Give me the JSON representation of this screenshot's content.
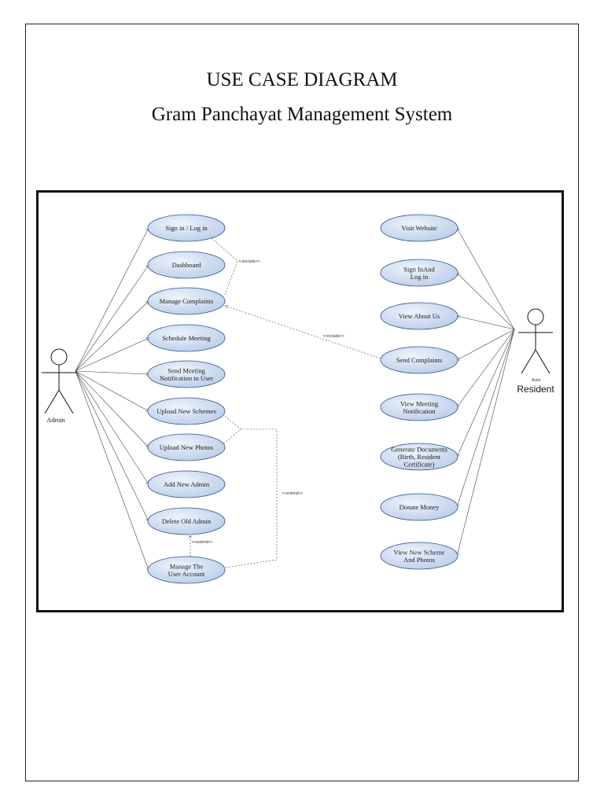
{
  "title": "USE CASE DIAGRAM",
  "subtitle": "Gram Panchayat Management System",
  "actors": {
    "admin": {
      "label": "Admin"
    },
    "resident": {
      "stereotype": "Actor",
      "label": "Resident"
    }
  },
  "admin_use_cases": [
    {
      "id": "signin-admin",
      "lines": [
        "Sign in / Log in"
      ]
    },
    {
      "id": "dashboard",
      "lines": [
        "Dashboard"
      ]
    },
    {
      "id": "manage-complaints",
      "lines": [
        "Manage Complaints"
      ]
    },
    {
      "id": "schedule-meeting",
      "lines": [
        "Schedule Meeting"
      ]
    },
    {
      "id": "send-meeting-notification",
      "lines": [
        "Send Meeting",
        "Notification to User"
      ]
    },
    {
      "id": "upload-new-schemes",
      "lines": [
        "Upload New Schemes"
      ]
    },
    {
      "id": "upload-new-photos",
      "lines": [
        "Upload New Photos"
      ]
    },
    {
      "id": "add-new-admin",
      "lines": [
        "Add New Admin"
      ]
    },
    {
      "id": "delete-old-admin",
      "lines": [
        "Delete Old Admin"
      ]
    },
    {
      "id": "manage-user-account",
      "lines": [
        "Manage The",
        "User Account"
      ]
    }
  ],
  "resident_use_cases": [
    {
      "id": "visit-website",
      "lines": [
        "Visit Website"
      ]
    },
    {
      "id": "signin-resident",
      "lines": [
        "Sign InAnd",
        "Log in"
      ]
    },
    {
      "id": "view-about-us",
      "lines": [
        "View About Us"
      ]
    },
    {
      "id": "send-complaints",
      "lines": [
        "Send Complaints"
      ]
    },
    {
      "id": "view-meeting-notification",
      "lines": [
        "View Meeting",
        "Notification"
      ]
    },
    {
      "id": "generate-documents",
      "lines": [
        "Generate Documents",
        "(Birth, Resident",
        "Certificate)"
      ]
    },
    {
      "id": "donate-money",
      "lines": [
        "Donate Money"
      ]
    },
    {
      "id": "view-new-scheme",
      "lines": [
        "View New Scheme",
        "And Photos"
      ]
    }
  ],
  "relations": {
    "include_1": "<<include>>",
    "include_2": "<<include>>",
    "extend_1": "<<extend>>",
    "extend_2": "<<extend>>"
  },
  "colors": {
    "usecase_fill_light": "#e6eefa",
    "usecase_fill_dark": "#b9cdea",
    "usecase_stroke": "#2b4f8a",
    "line": "#444444"
  }
}
